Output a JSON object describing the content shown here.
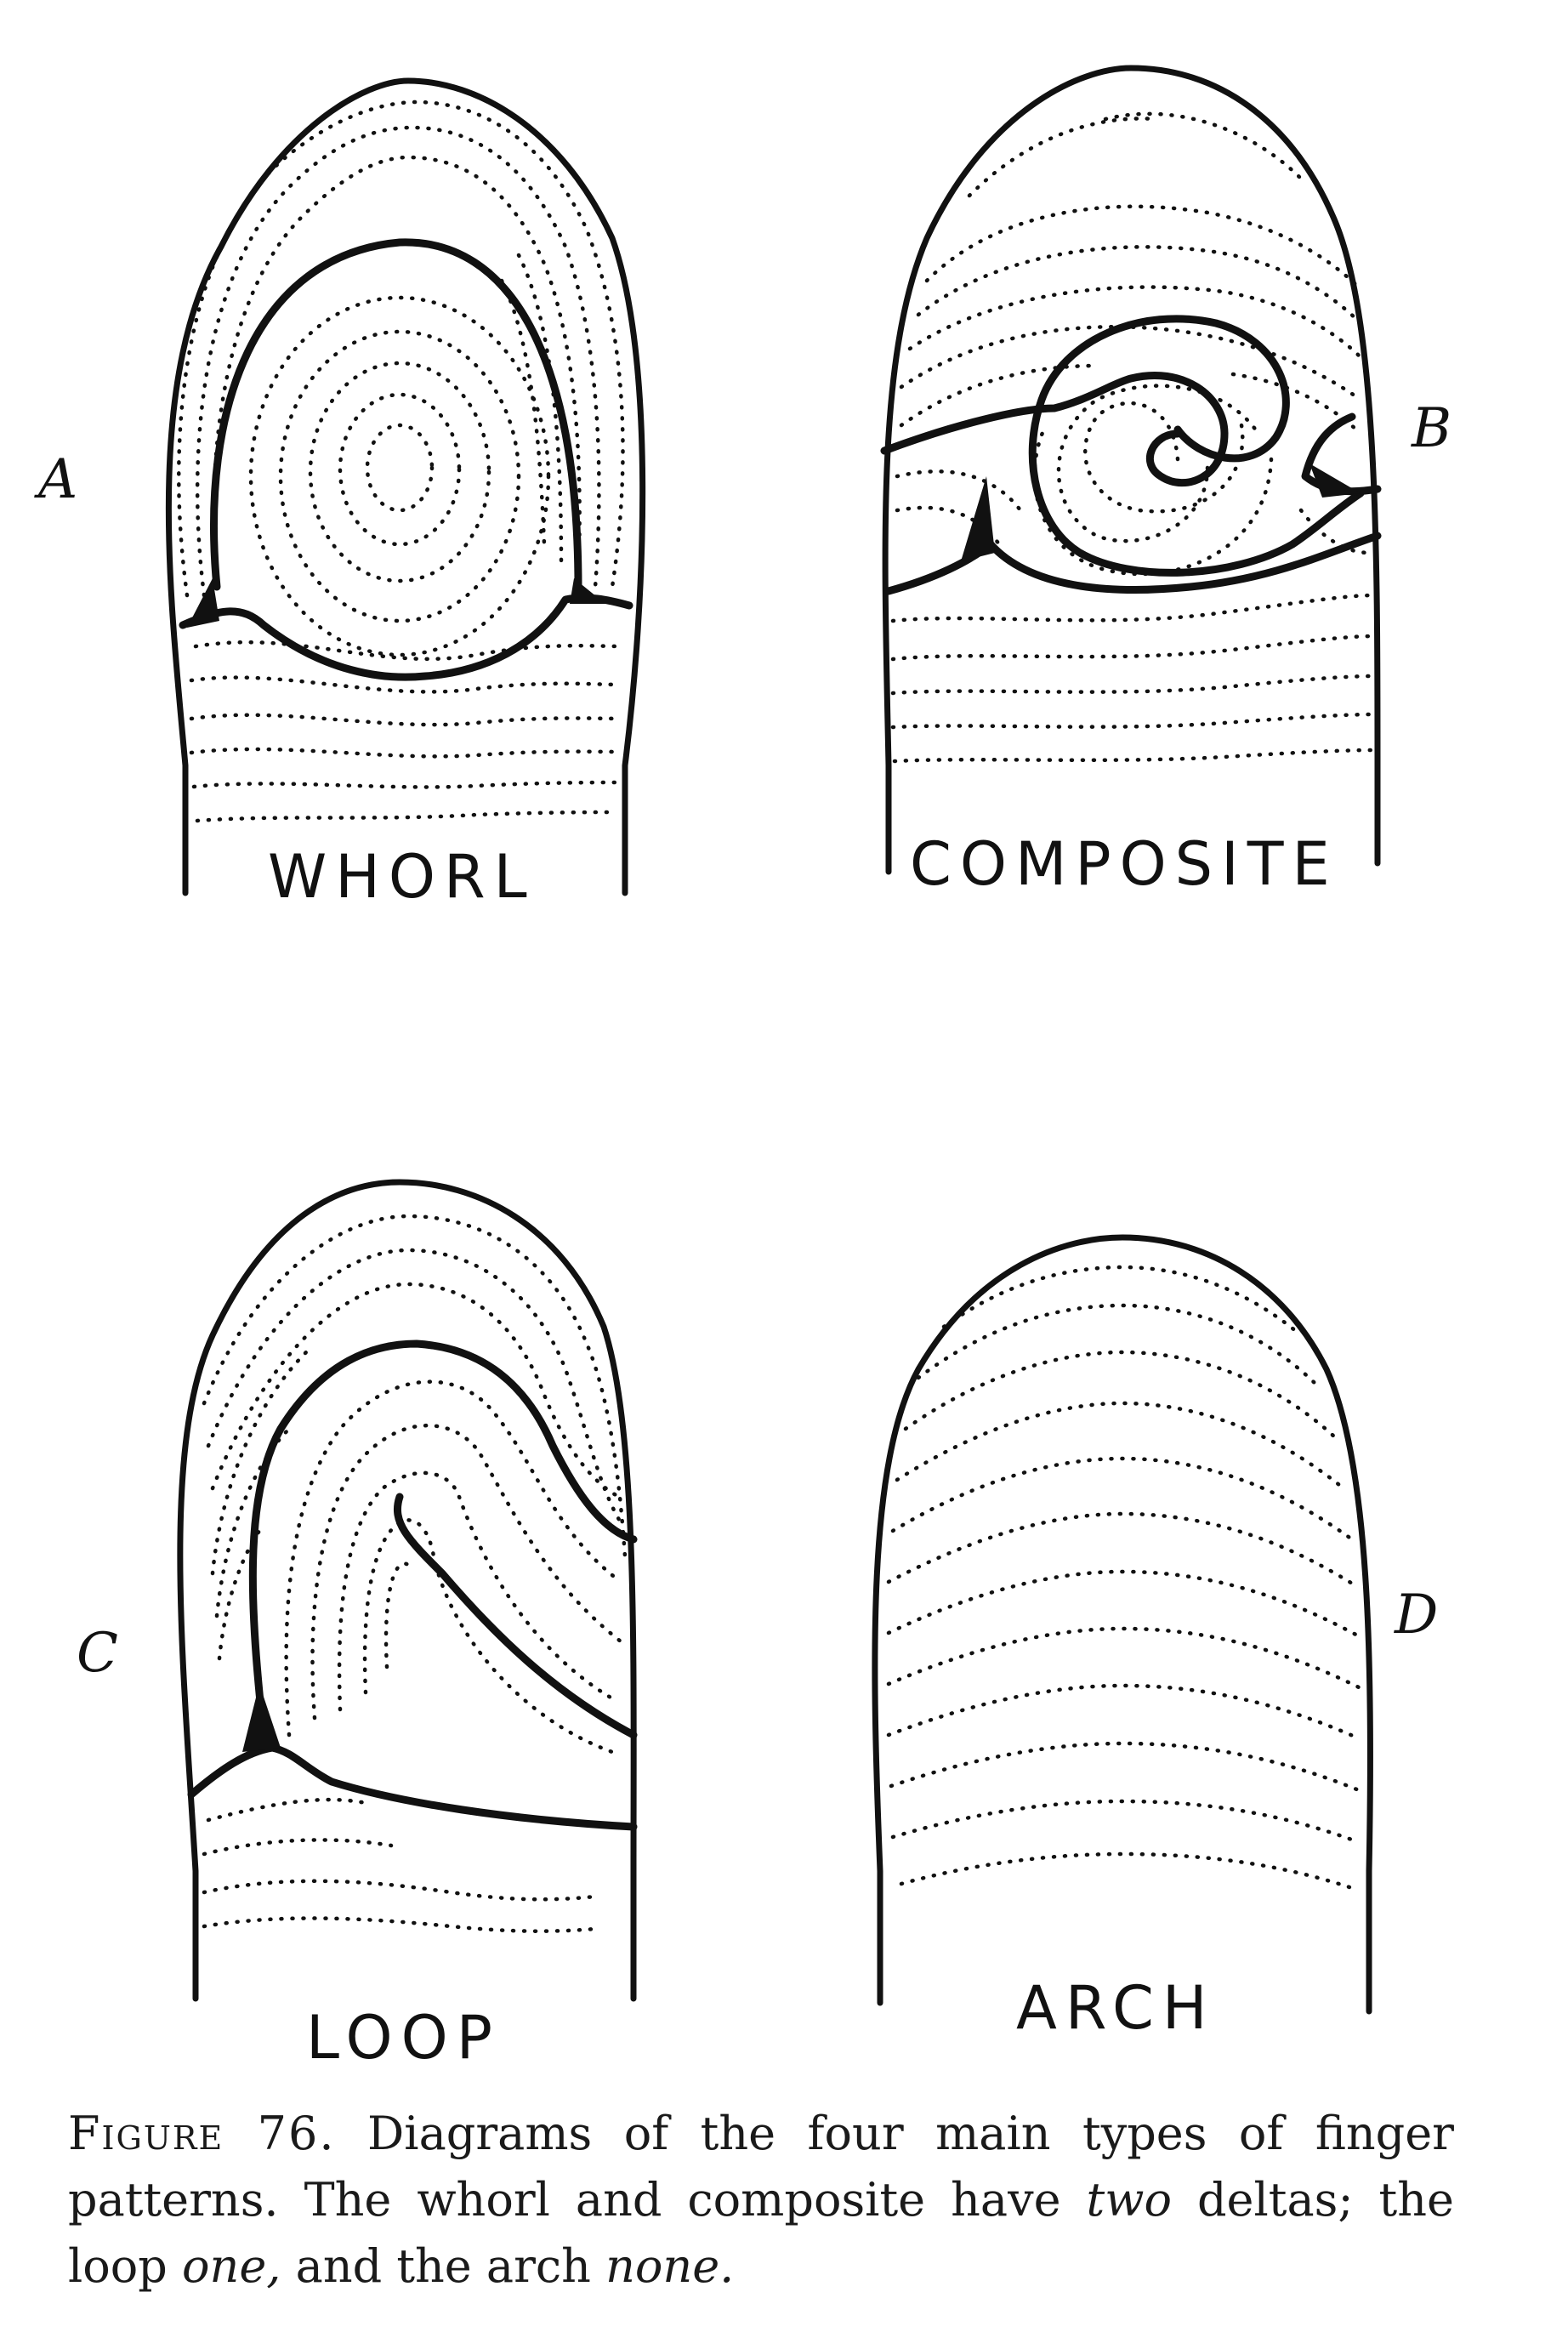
{
  "figure": {
    "panels": [
      {
        "letter": "A",
        "label": "WHORL",
        "deltas": 2
      },
      {
        "letter": "B",
        "label": "COMPOSITE",
        "deltas": 2
      },
      {
        "letter": "C",
        "label": "LOOP",
        "deltas": 1
      },
      {
        "letter": "D",
        "label": "ARCH",
        "deltas": 0
      }
    ],
    "caption": {
      "figure_number": "Figure 76.",
      "text_1": " Diagrams of the four main types of finger patterns. The whorl and composite have ",
      "em_1": "two",
      "text_2": " deltas; the loop ",
      "em_2": "one,",
      "text_3": " and the arch ",
      "em_3": "none."
    }
  }
}
